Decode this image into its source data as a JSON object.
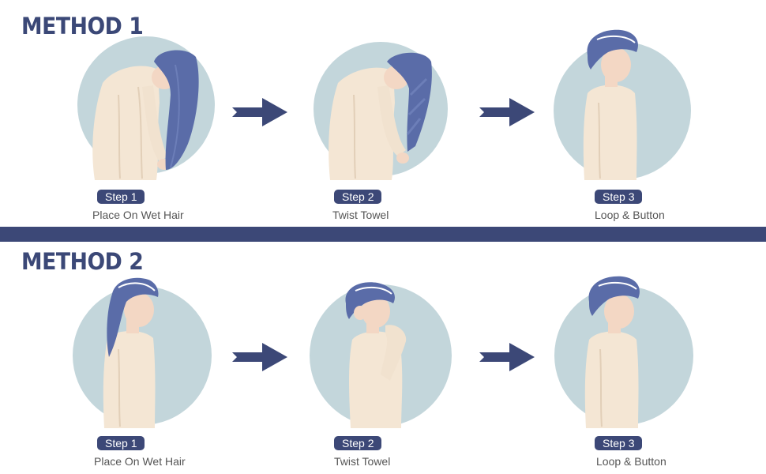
{
  "methods": [
    {
      "title": "METHOD 1",
      "steps": [
        {
          "badge": "Step 1",
          "caption": "Place On Wet Hair"
        },
        {
          "badge": "Step 2",
          "caption": "Twist Towel"
        },
        {
          "badge": "Step 3",
          "caption": "Loop & Button"
        }
      ]
    },
    {
      "title": "METHOD 2",
      "steps": [
        {
          "badge": "Step 1",
          "caption": "Place On Wet Hair"
        },
        {
          "badge": "Step 2",
          "caption": "Twist Towel"
        },
        {
          "badge": "Step 3",
          "caption": "Loop & Button"
        }
      ]
    }
  ],
  "colors": {
    "brand_navy": "#3c4877",
    "circle_bg": "#c3d6db",
    "towel_blue": "#5a6ca8",
    "robe_cream": "#f4e6d4",
    "skin": "#f3d7c4"
  }
}
